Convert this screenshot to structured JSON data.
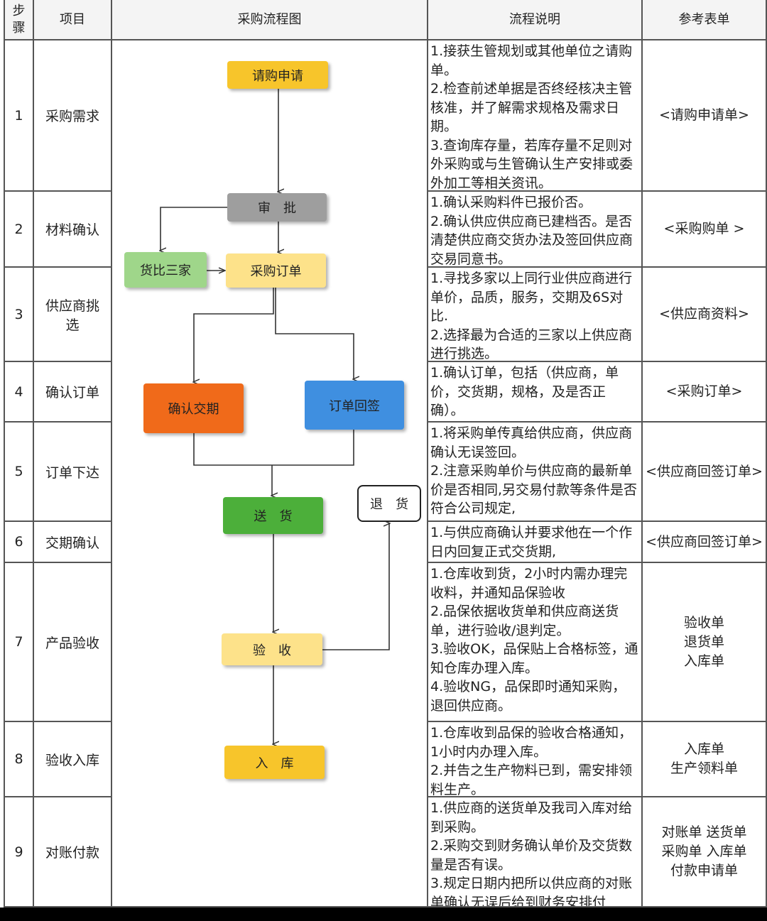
{
  "headers": {
    "step": "步\n骤",
    "item": "项目",
    "diagram": "采购流程图",
    "desc": "流程说明",
    "form": "参考表单"
  },
  "rows": [
    {
      "step": "1",
      "item": "采购需求",
      "desc": "1.接获生管规划或其他单位之请购单。\n2.检查前述单据是否终经核决主管核准，并了解需求规格及需求日期。\n3.查询库存量，若库存量不足则对外采购或与生管确认生产安排或委外加工等相关资讯。",
      "form": "<请购申请单>"
    },
    {
      "step": "2",
      "item": "材料确认",
      "desc": "1.确认采购料件已报价否。\n2.确认供应供应商已建档否。是否清楚供应商交货办法及签回供应商交易同意书。",
      "form": "<采购购单 >"
    },
    {
      "step": "3",
      "item": "供应商挑选",
      "desc": "1.寻找多家以上同行业供应商进行单价，品质，服务，交期及6S对比.\n2.选择最为合适的三家以上供应商进行挑选。",
      "form": "<供应商资料>"
    },
    {
      "step": "4",
      "item": "确认订单",
      "desc": "1.确认订单，包括（供应商，单价，交货期，规格，及是否正确）。",
      "form": "<采购订单>"
    },
    {
      "step": "5",
      "item": "订单下达",
      "desc": "1.将采购单传真给供应商，供应商确认无误签回。\n2.注意采购单价与供应商的最新单价是否相同,另交易付款等条件是否符合公司规定,",
      "form": "<供应商回签订单>"
    },
    {
      "step": "6",
      "item": "交期确认",
      "desc": "1.与供应商确认并要求他在一个作日内回复正式交货期,",
      "form": "<供应商回签订单>"
    },
    {
      "step": "7",
      "item": "产品验收",
      "desc": "1.仓库收到货，2小时内需办理完收料，并通知品保验收\n2.品保依据收货单和供应商送货单，进行验收/退判定。\n3.验收OK，品保贴上合格标签，通知仓库办理入库。\n4.验收NG，品保即时通知采购，退回供应商。",
      "form": "验收单\n退货单\n入库单"
    },
    {
      "step": "8",
      "item": "验收入库",
      "desc": "1.仓库收到品保的验收合格通知，1小时内办理入库。\n2.并告之生产物料已到，需安排领料生产。",
      "form": "入库单\n生产领料单"
    },
    {
      "step": "9",
      "item": "对账付款",
      "desc": "1.供应商的送货单及我司入库对给到采购。\n2.采购交到财务确认单价及交货数量是否有误。\n3.规定日期内把所以供应商的对账单确认无误后给到财务安排付",
      "form": "对账单  送货单\n采购单  入库单\n付款申请单"
    }
  ],
  "flow": {
    "request": "请购申请",
    "approve": "审　批",
    "compare": "货比三家",
    "po": "采购订单",
    "confirm_date": "确认交期",
    "countersign": "订单回签",
    "deliver": "送　货",
    "return": "退　货",
    "inspect": "验　收",
    "stock_in": "入　库"
  },
  "colors": {
    "yellow": "#f7c52b",
    "gray": "#9e9e9e",
    "light_green": "#9fd68a",
    "light_yellow": "#fde28a",
    "orange": "#f06a1a",
    "blue": "#3f8fe0",
    "green": "#4caf3a"
  }
}
